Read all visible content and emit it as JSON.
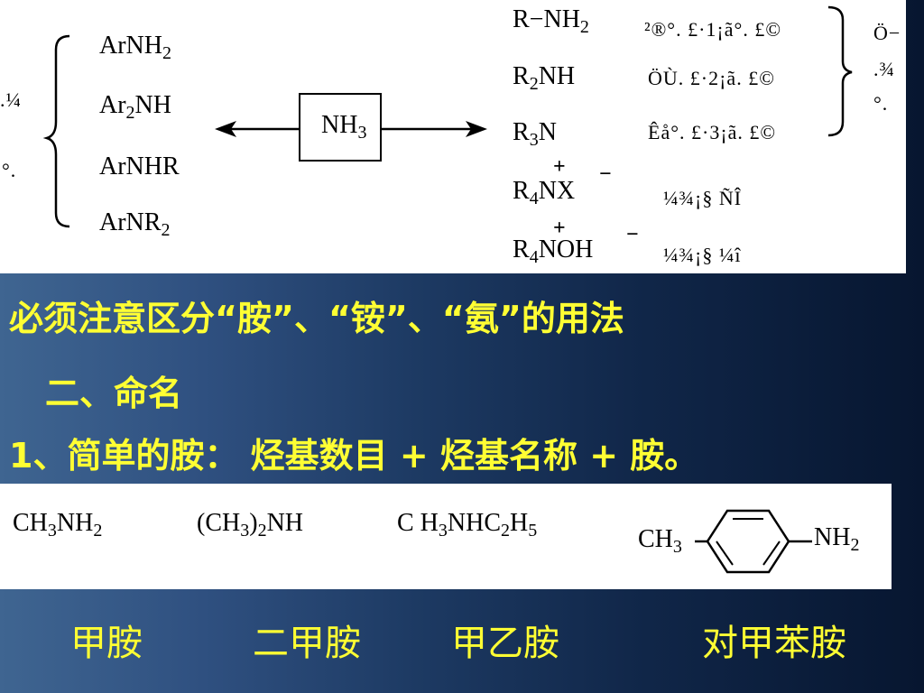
{
  "slide": {
    "top_diagram": {
      "left_side": {
        "cut_chars": [
          ".¼",
          "°."
        ],
        "amines": [
          {
            "main": "ArNH",
            "sub": "2",
            "tail": ""
          },
          {
            "main": "Ar",
            "sub": "2",
            "tail": "NH"
          },
          {
            "main": "ArNHR",
            "sub": "",
            "tail": ""
          },
          {
            "main": "ArNR",
            "sub": "2",
            "tail": ""
          }
        ]
      },
      "center_label": {
        "main": "NH",
        "sub": "3"
      },
      "right_side": {
        "items": [
          {
            "main": "R−NH",
            "sub": "2",
            "tail": "",
            "garbled": "²®°. £·1¡ã°. £©"
          },
          {
            "main": "R",
            "sub": "2",
            "tail": "NH",
            "garbled": "ÖÙ. £·2¡ã. £©"
          },
          {
            "main": "R",
            "sub": "3",
            "tail": "N",
            "garbled": "Êå°. £·3¡ã. £©"
          },
          {
            "main": "R",
            "sub": "4",
            "tail": "NX",
            "garbled": "¼¾¡§ ÑÎ"
          },
          {
            "main": "R",
            "sub": "4",
            "tail": "NOH",
            "garbled": "¼¾¡§ ¼î"
          }
        ],
        "plus_sign": "+",
        "minus_sign": "−",
        "cut_chars": [
          "Ö−",
          ".¾",
          "°."
        ]
      }
    },
    "note": "必须注意区分“胺”、“铵”、“氨”的用法",
    "section_heading": "二、命名",
    "rule": "1、简单的胺：  烃基数目  +  烃基名称 + 胺。",
    "examples": [
      {
        "formula": "CH3NH2",
        "name": "甲胺"
      },
      {
        "formula": "(CH3)2NH",
        "name": "二甲胺"
      },
      {
        "formula": "CH3NHC2H5",
        "name": "甲乙胺"
      },
      {
        "formula": "CH3-C6H4-NH2",
        "name": "对甲苯胺"
      }
    ],
    "colors": {
      "yellow_text": "#ffff33",
      "panel": "#ffffff",
      "ink": "#000000"
    }
  }
}
